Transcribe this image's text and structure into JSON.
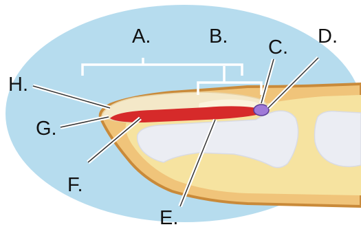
{
  "labels": {
    "a": "A.",
    "b": "B.",
    "c": "C.",
    "d": "D.",
    "e": "E.",
    "f": "F.",
    "g": "G.",
    "h": "H."
  },
  "colors": {
    "background_oval": "#b6dcee",
    "skin": "#f0c47a",
    "skin_outline": "#c98a3a",
    "inner_tissue": "#f6e3a0",
    "bone": "#ebedf3",
    "nail_plate": "#f4e8c8",
    "nail_bed": "#d62a2a",
    "lunula": "#fbf3dc",
    "matrix": "#a07ad8",
    "bracket": "#ffffff",
    "pointer": "#ffffff"
  }
}
